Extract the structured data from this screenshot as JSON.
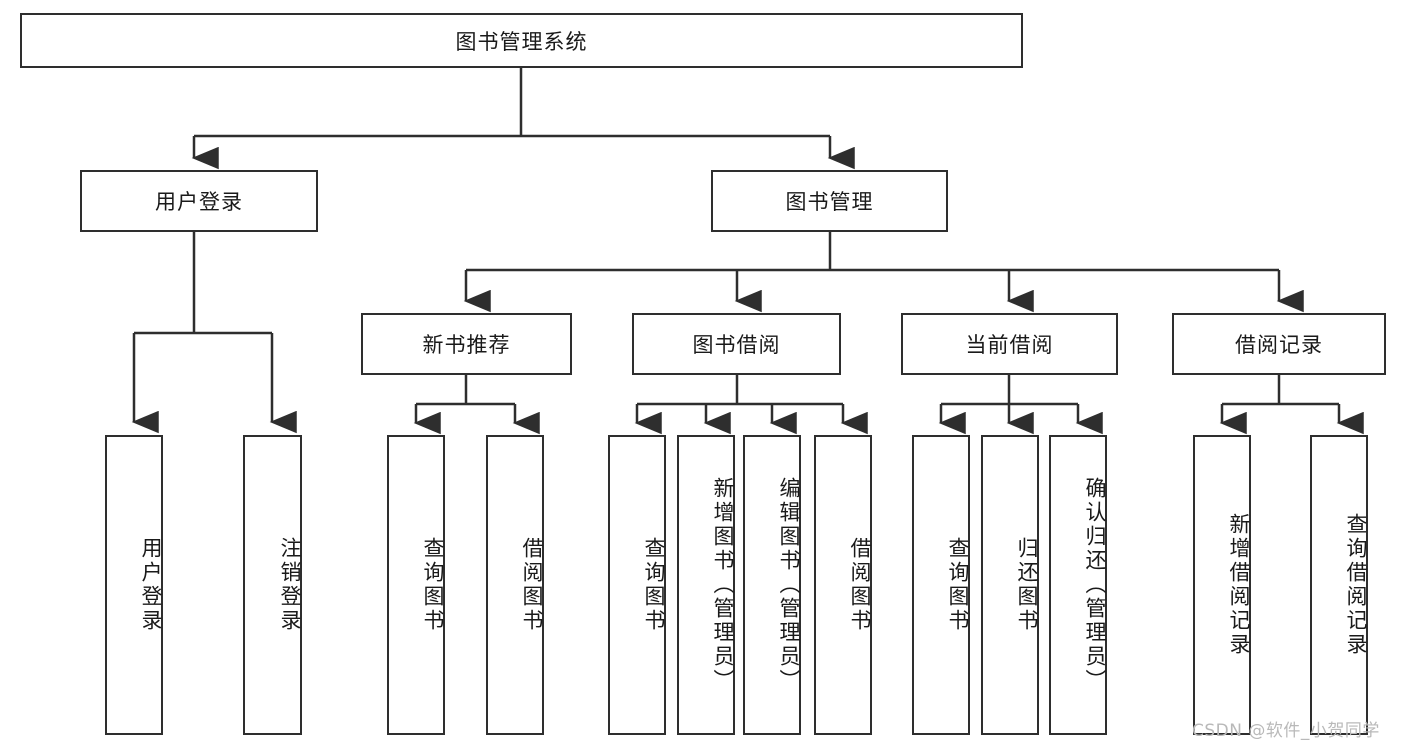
{
  "diagram": {
    "title": "图书管理系统",
    "watermark": "CSDN @软件_小贺同学",
    "colors": {
      "stroke": "#2e2e2e",
      "fill": "#ffffff",
      "text": "#1a1a1a",
      "watermark": "#b9b9b9"
    },
    "root": {
      "label": "图书管理系统",
      "level": 0
    },
    "level2": [
      {
        "label": "用户登录"
      },
      {
        "label": "图书管理"
      }
    ],
    "level3": [
      {
        "label": "新书推荐"
      },
      {
        "label": "图书借阅"
      },
      {
        "label": "当前借阅"
      },
      {
        "label": "借阅记录"
      }
    ],
    "leaves": {
      "user_login": [
        {
          "label": "用户登录"
        },
        {
          "label": "注销登录"
        }
      ],
      "new_book": [
        {
          "label": "查询图书"
        },
        {
          "label": "借阅图书"
        }
      ],
      "book_borrow": [
        {
          "label": "查询图书"
        },
        {
          "label": "新增图书（管理员）"
        },
        {
          "label": "编辑图书（管理员）"
        },
        {
          "label": "借阅图书"
        }
      ],
      "current_borrow": [
        {
          "label": "查询图书"
        },
        {
          "label": "归还图书"
        },
        {
          "label": "确认归还（管理员）"
        }
      ],
      "borrow_record": [
        {
          "label": "新增借阅记录"
        },
        {
          "label": "查询借阅记录"
        }
      ]
    }
  }
}
